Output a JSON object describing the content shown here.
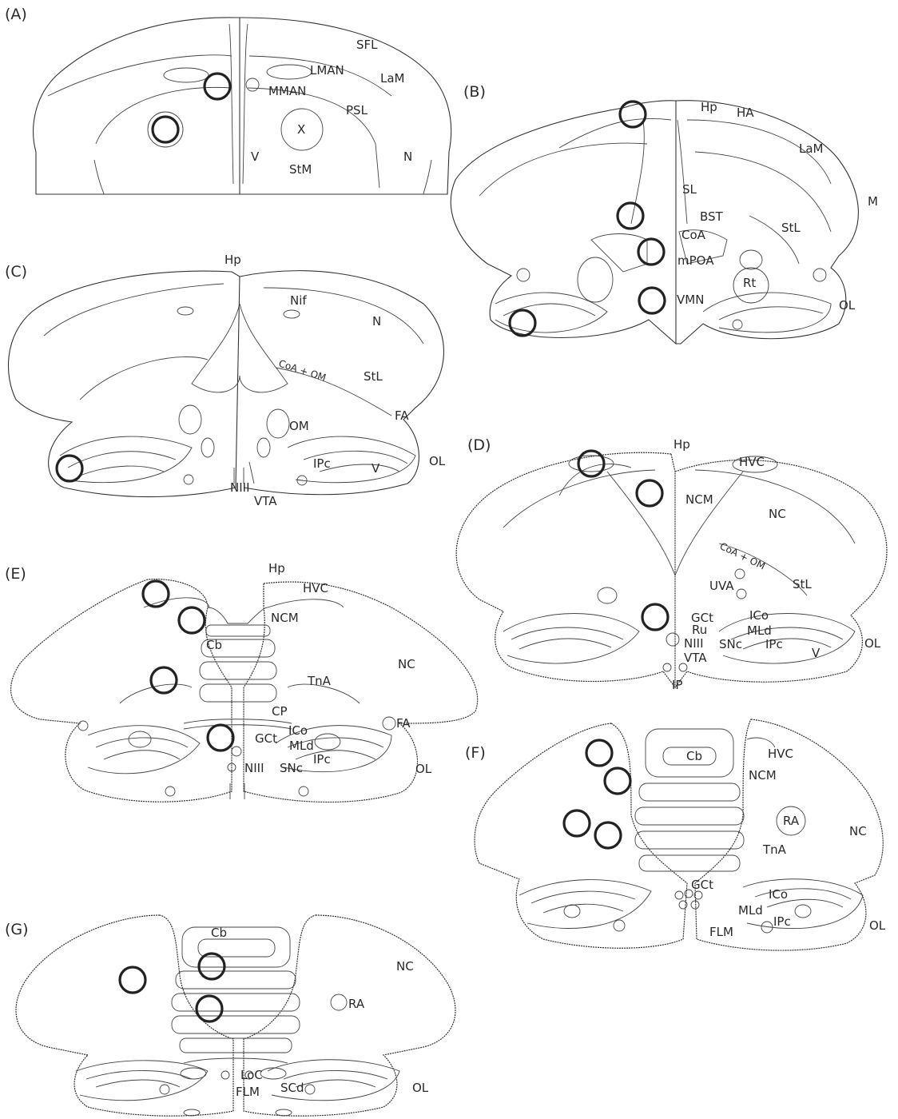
{
  "panels": {
    "a": {
      "label": "(A)",
      "regions": [
        "SFL",
        "LMAN",
        "LaM",
        "MMAN",
        "PSL",
        "X",
        "V",
        "StM",
        "N"
      ]
    },
    "b": {
      "label": "(B)",
      "regions": [
        "Hp",
        "HA",
        "LaM",
        "M",
        "SL",
        "BST",
        "StL",
        "CoA",
        "mPOA",
        "Rt",
        "VMN",
        "OL"
      ]
    },
    "c": {
      "label": "(C)",
      "regions": [
        "Hp",
        "Nif",
        "N",
        "CoA + OM",
        "StL",
        "FA",
        "OM",
        "IPc",
        "V",
        "OL",
        "NIII",
        "VTA"
      ]
    },
    "d": {
      "label": "(D)",
      "regions": [
        "Hp",
        "HVC",
        "NCM",
        "NC",
        "CoA + OM",
        "StL",
        "UVA",
        "GCt",
        "ICo",
        "Ru",
        "MLd",
        "NIII",
        "SNc",
        "IPc",
        "V",
        "OL",
        "VTA",
        "IP"
      ]
    },
    "e": {
      "label": "(E)",
      "regions": [
        "Hp",
        "HVC",
        "NCM",
        "Cb",
        "NC",
        "TnA",
        "CP",
        "FA",
        "GCt",
        "ICo",
        "MLd",
        "IPc",
        "NIII",
        "SNc",
        "OL"
      ]
    },
    "f": {
      "label": "(F)",
      "regions": [
        "Cb",
        "HVC",
        "NCM",
        "RA",
        "NC",
        "TnA",
        "GCt",
        "ICo",
        "MLd",
        "IPc",
        "FLM",
        "OL"
      ]
    },
    "g": {
      "label": "(G)",
      "regions": [
        "Cb",
        "NC",
        "RA",
        "LoC",
        "FLM",
        "SCd",
        "OL"
      ]
    }
  }
}
